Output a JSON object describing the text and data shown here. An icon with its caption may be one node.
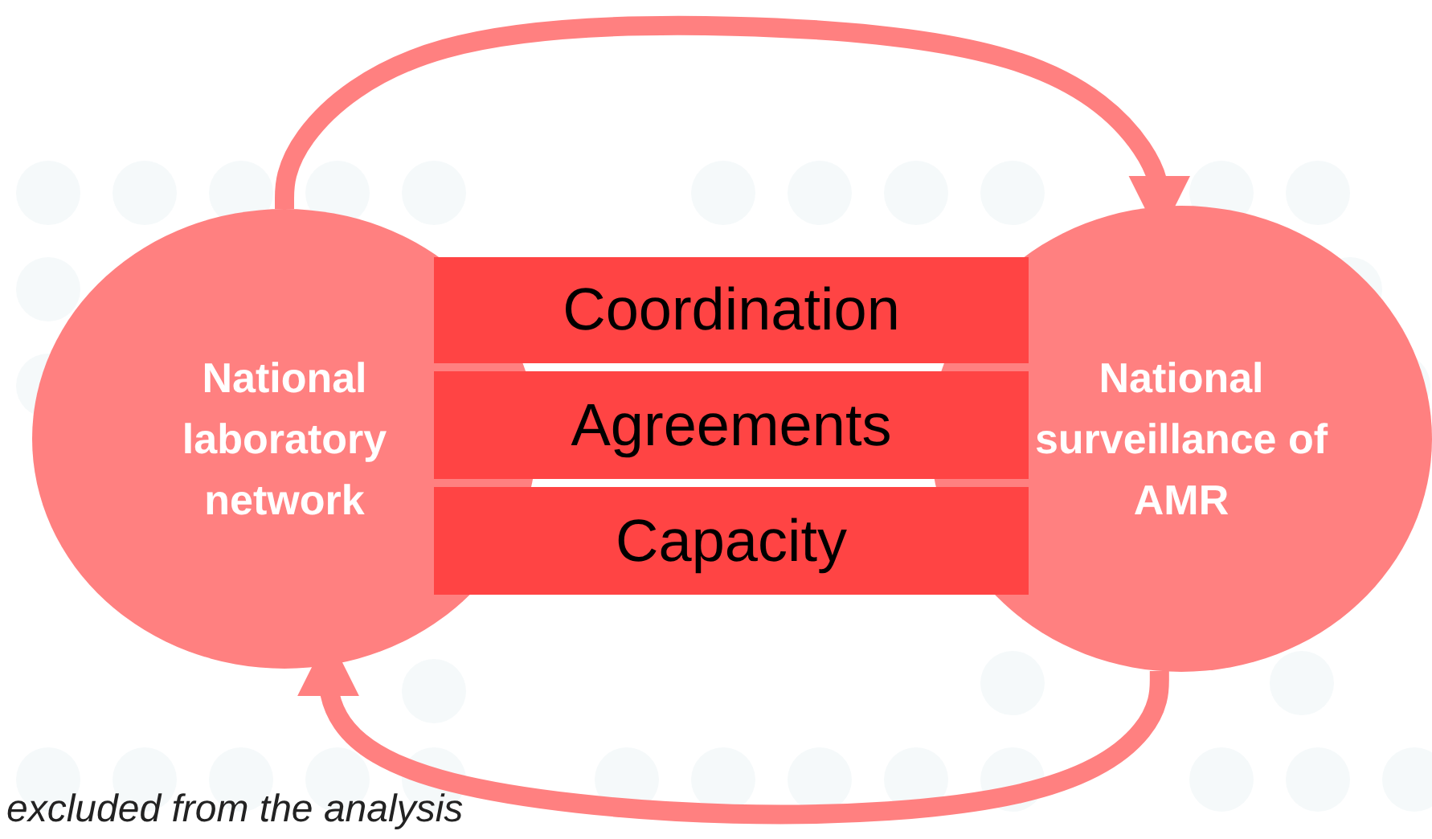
{
  "diagram": {
    "nodes": [
      {
        "text": [
          "National laboratory network"
        ]
      },
      {
        "text": [
          "National surveillance of AMR"
        ]
      },
      {
        "text": [
          "Coordination"
        ]
      },
      {
        "text": [
          "Agreements"
        ]
      },
      {
        "text": [
          "Capacity"
        ]
      }
    ],
    "edges": [
      {
        "from": 0,
        "to": 1,
        "arrow": "to"
      },
      {
        "from": 1,
        "to": 0,
        "arrow": "to"
      }
    ],
    "labels": [
      "excluded from the analysis"
    ]
  }
}
